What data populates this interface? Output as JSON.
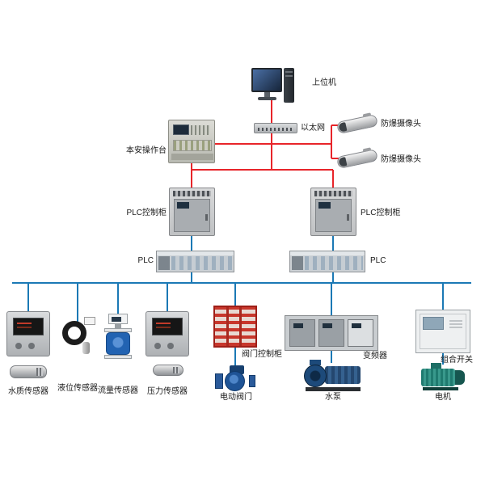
{
  "nodes": {
    "host_computer": {
      "label": "上位机"
    },
    "ethernet": {
      "label": "以太网"
    },
    "console": {
      "label": "本安操作台"
    },
    "camera_top": {
      "label": "防爆摄像头"
    },
    "camera_bottom": {
      "label": "防爆摄像头"
    },
    "plc_cabinet_left": {
      "label": "PLC控制柜"
    },
    "plc_cabinet_right": {
      "label": "PLC控制柜"
    },
    "plc_left": {
      "label": "PLC"
    },
    "plc_right": {
      "label": "PLC"
    },
    "valve_cabinet": {
      "label": "阀门控制柜"
    },
    "vfd": {
      "label": "变频器"
    },
    "combo_switch": {
      "label": "组合开关"
    },
    "water_quality_sensor": {
      "label": "水质传感器"
    },
    "level_sensor": {
      "label": "液位传感器"
    },
    "flow_sensor": {
      "label": "流量传感器"
    },
    "pressure_sensor": {
      "label": "压力传感器"
    },
    "electric_valve": {
      "label": "电动阀门"
    },
    "water_pump": {
      "label": "水泵"
    },
    "motor": {
      "label": "电机"
    }
  },
  "colors": {
    "network_line_red": "#e8252a",
    "bus_line_blue": "#1b79b5"
  }
}
